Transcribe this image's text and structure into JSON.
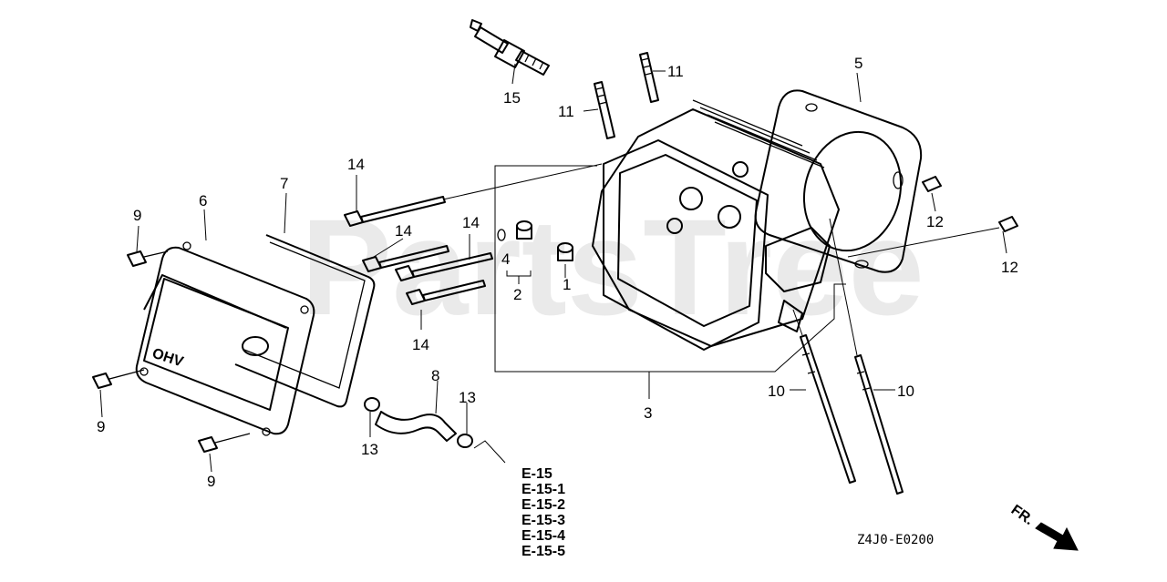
{
  "watermark": "PartsTree",
  "diagram_code": "Z4J0-E0200",
  "direction_label": "FR.",
  "callouts": {
    "n1": "1",
    "n2": "2",
    "n3": "3",
    "n4": "4",
    "n5": "5",
    "n6": "6",
    "n7": "7",
    "n8": "8",
    "n9a": "9",
    "n9b": "9",
    "n9c": "9",
    "n10a": "10",
    "n10b": "10",
    "n11a": "11",
    "n11b": "11",
    "n12a": "12",
    "n12b": "12",
    "n13a": "13",
    "n13b": "13",
    "n14a": "14",
    "n14b": "14",
    "n14c": "14",
    "n14d": "14",
    "n15": "15"
  },
  "references": [
    "E-15",
    "E-15-1",
    "E-15-2",
    "E-15-3",
    "E-15-4",
    "E-15-5"
  ],
  "cover_logo": "OHV"
}
